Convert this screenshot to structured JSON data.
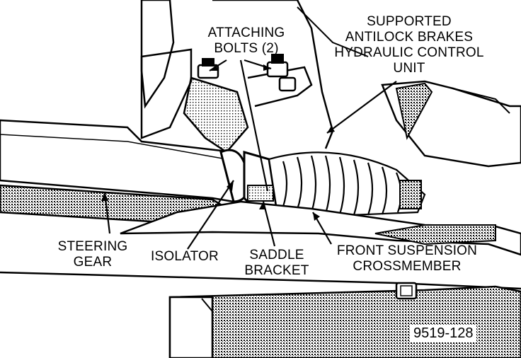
{
  "labels": {
    "attaching_bolts": [
      "ATTACHING",
      "BOLTS (2)"
    ],
    "hcu": [
      "SUPPORTED",
      "ANTILOCK BRAKES",
      "HYDRAULIC CONTROL",
      "UNIT"
    ],
    "steering_gear": [
      "STEERING",
      "GEAR"
    ],
    "isolator": "ISOLATOR",
    "saddle_bracket": [
      "SADDLE",
      "BRACKET"
    ],
    "crossmember": [
      "FRONT SUSPENSION",
      "CROSSMEMBER"
    ]
  },
  "figure_number": "9519-128"
}
